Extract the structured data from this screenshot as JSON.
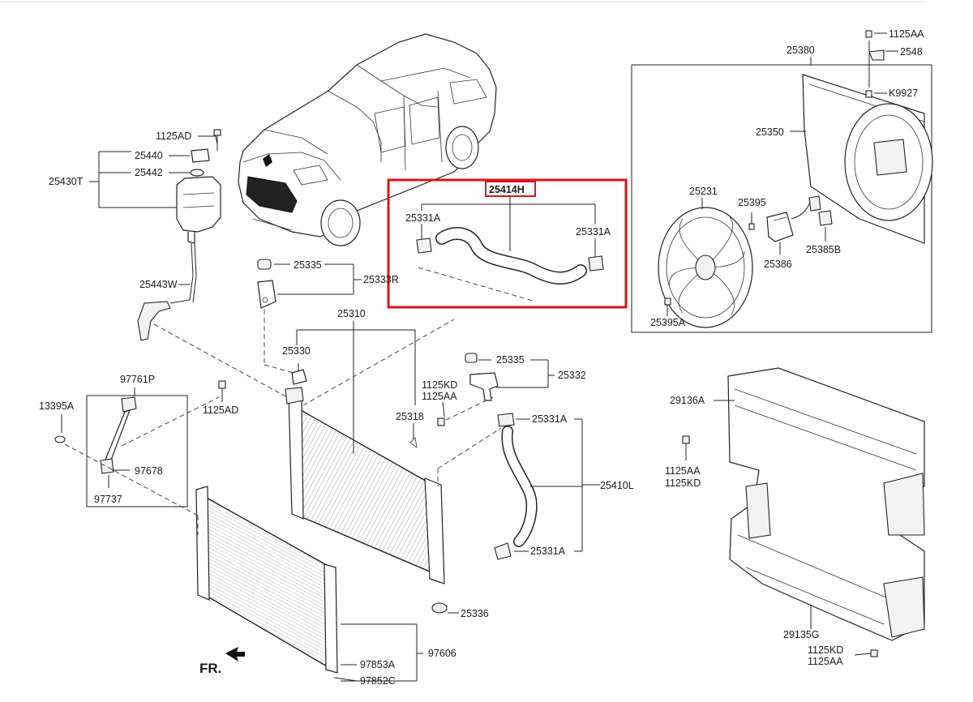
{
  "diagram": {
    "highlight_color": "#d9151b",
    "labels": {
      "c_1125ad_top": "1125AD",
      "c_25440": "25440",
      "c_25442": "25442",
      "c_25430t": "25430T",
      "c_25443w": "25443W",
      "c_25335_a": "25335",
      "c_25333r": "25333R",
      "c_25310": "25310",
      "c_25330": "25330",
      "c_25318": "25318",
      "c_97761p": "97761P",
      "c_13395a": "13395A",
      "c_1125ad_mid": "1125AD",
      "c_97678": "97678",
      "c_97737": "97737",
      "c_25335_b": "25335",
      "c_25332": "25332",
      "c_1125kd_l": "1125KD",
      "c_1125aa_l": "1125AA",
      "c_25331a_1": "25331A",
      "c_25410l": "25410L",
      "c_25331a_2": "25331A",
      "c_25336": "25336",
      "c_97606": "97606",
      "c_97853a": "97853A",
      "c_97852c": "97852C",
      "c_fr": "FR.",
      "c_25414h": "25414H",
      "c_25331a_3": "25331A",
      "c_25331a_4": "25331A",
      "c_25380": "25380",
      "c_1125aa_tr": "1125AA",
      "c_2548": "2548",
      "c_k9927": "K9927",
      "c_25350": "25350",
      "c_25231": "25231",
      "c_25395": "25395",
      "c_25385b": "25385B",
      "c_25386": "25386",
      "c_25395a": "25395A",
      "c_29136a": "29136A",
      "c_1125aa_r": "1125AA",
      "c_1125kd_r": "1125KD",
      "c_29135g": "29135G",
      "c_1125kd_br": "1125KD",
      "c_1125aa_br": "1125AA"
    }
  }
}
